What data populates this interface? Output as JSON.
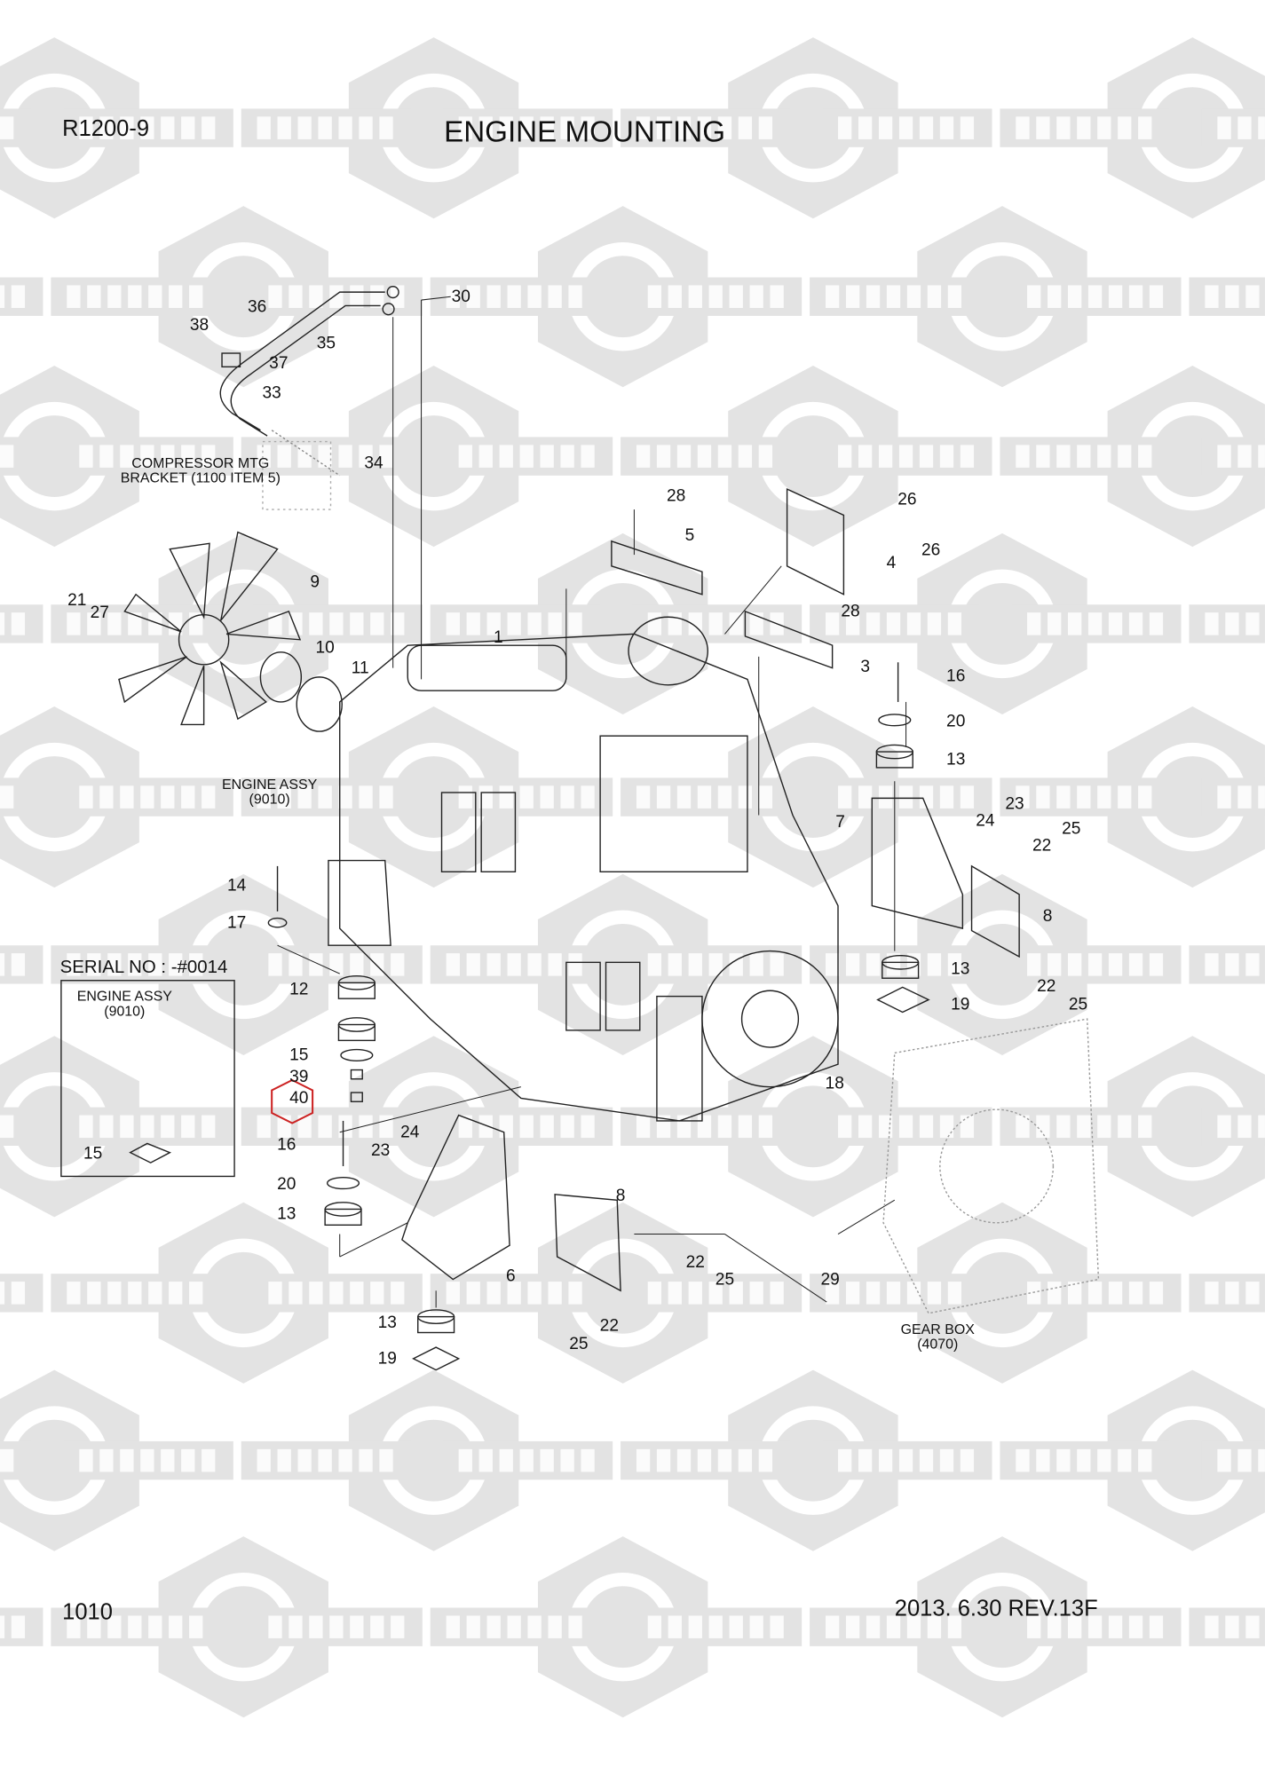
{
  "header": {
    "model": "R1200-9",
    "title": "ENGINE MOUNTING"
  },
  "footer": {
    "page": "1010",
    "revision": "2013. 6.30  REV.13F"
  },
  "notes": {
    "compressor_line1": "COMPRESSOR MTG",
    "compressor_line2": "BRACKET (1100 ITEM 5)",
    "engine_assy": "ENGINE ASSY",
    "engine_assy_ref": "(9010)",
    "serial": "SERIAL NO : -#0014",
    "inset_engine_assy": "ENGINE ASSY",
    "inset_engine_assy_ref": "(9010)",
    "gear_box": "GEAR BOX",
    "gear_box_ref": "(4070)"
  },
  "callouts": [
    "30",
    "36",
    "38",
    "35",
    "37",
    "33",
    "34",
    "28",
    "26",
    "5",
    "26",
    "4",
    "9",
    "21",
    "27",
    "28",
    "1",
    "10",
    "3",
    "16",
    "11",
    "20",
    "13",
    "23",
    "7",
    "24",
    "25",
    "22",
    "14",
    "8",
    "17",
    "13",
    "12",
    "19",
    "22",
    "25",
    "15",
    "39",
    "40",
    "18",
    "24",
    "23",
    "16",
    "15",
    "20",
    "8",
    "13",
    "6",
    "22",
    "25",
    "29",
    "13",
    "22",
    "19",
    "25"
  ],
  "highlighted_callout": "40",
  "highlight_color": "#cc2222",
  "watermark": {
    "left": "КОМПАРТ",
    "right": "COMPART",
    "color": "#e3e3e3"
  }
}
